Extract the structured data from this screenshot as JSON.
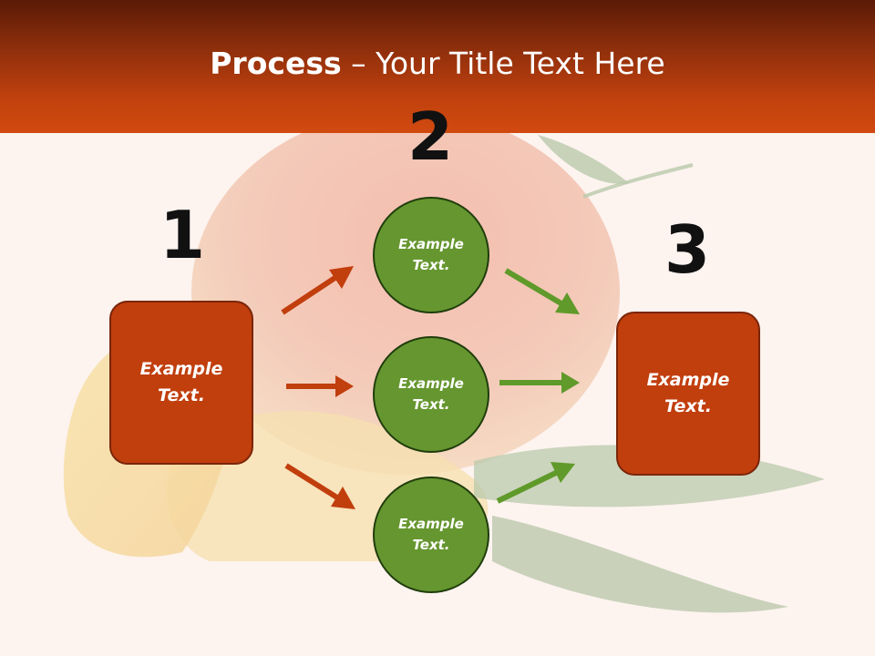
{
  "slide": {
    "title_bold": "Process",
    "title_rest": " – Your Title Text Here"
  },
  "steps": {
    "step1_number": "1",
    "step2_number": "2",
    "step3_number": "3"
  },
  "nodes": {
    "left_box": "Example Text.",
    "circle_top": "Example Text.",
    "circle_middle": "Example Text.",
    "circle_bottom": "Example Text.",
    "right_box": "Example Text."
  },
  "colors": {
    "header": "#c2410e",
    "box_fill": "#c13e0d",
    "circle_fill": "#66962f",
    "arrow_orange": "#c13e0d",
    "arrow_green": "#5f9a2a"
  }
}
